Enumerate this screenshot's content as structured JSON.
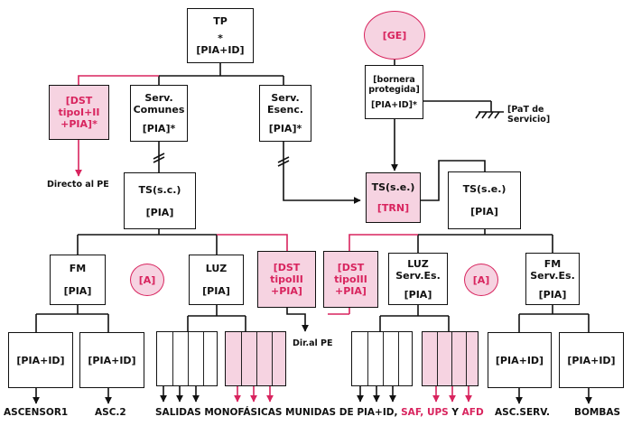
{
  "tp": {
    "title": "TP",
    "star": "*",
    "device": "[PIA+ID]"
  },
  "ge": {
    "label": "[GE]"
  },
  "bornera": {
    "line1": "[bornera",
    "line2": "protegida]",
    "device": "[PIA+ID]*"
  },
  "pat": {
    "text": "[PaT de Servicio]"
  },
  "dst_main": {
    "line1": "[DST",
    "line2": "tipoI+II",
    "line3": "+PIA]*"
  },
  "directo_pe": {
    "text": "Directo al PE"
  },
  "serv_comunes": {
    "line1": "Serv.",
    "line2": "Comunes",
    "device": "[PIA]*"
  },
  "serv_esenc": {
    "line1": "Serv.",
    "line2": "Esenc.",
    "device": "[PIA]*"
  },
  "ts_sc": {
    "title": "TS(s.c.)",
    "device": "[PIA]"
  },
  "ts_se_trn": {
    "title": "TS(s.e.)",
    "device": "[TRN]"
  },
  "ts_se": {
    "title": "TS(s.e.)",
    "device": "[PIA]"
  },
  "fm": {
    "title": "FM",
    "device": "[PIA]"
  },
  "a_left": {
    "label": "[A]"
  },
  "luz": {
    "title": "LUZ",
    "device": "[PIA]"
  },
  "dst_left": {
    "line1": "[DST",
    "line2": "tipoIII",
    "line3": "+PIA]"
  },
  "dir_pe": {
    "text": "Dir.al PE"
  },
  "dst_right": {
    "line1": "[DST",
    "line2": "tipoIII",
    "line3": "+PIA]"
  },
  "luz_serv": {
    "line1": "LUZ",
    "line2": "Serv.Es.",
    "device": "[PIA]"
  },
  "a_right": {
    "label": "[A]"
  },
  "fm_serv": {
    "line1": "FM",
    "line2": "Serv.Es.",
    "device": "[PIA]"
  },
  "ascensor1_box": {
    "device": "[PIA+ID]"
  },
  "asc2_box": {
    "device": "[PIA+ID]"
  },
  "ascserv_box": {
    "device": "[PIA+ID]"
  },
  "bombas_box": {
    "device": "[PIA+ID]"
  },
  "labels": {
    "ascensor1": "ASCENSOR1",
    "asc2": "ASC.2",
    "salidas_a": "SALIDAS MONOFÁSICAS MUNIDAS DE PIA+ID,",
    "saf": "SAF,",
    "ups": "UPS",
    "y": "Y",
    "afd": "AFD",
    "ascserv": "ASC.SERV.",
    "bombas": "BOMBAS"
  },
  "colors": {
    "accent": "#d8245e",
    "pink_fill": "#f6d3e1",
    "line": "#111111"
  }
}
